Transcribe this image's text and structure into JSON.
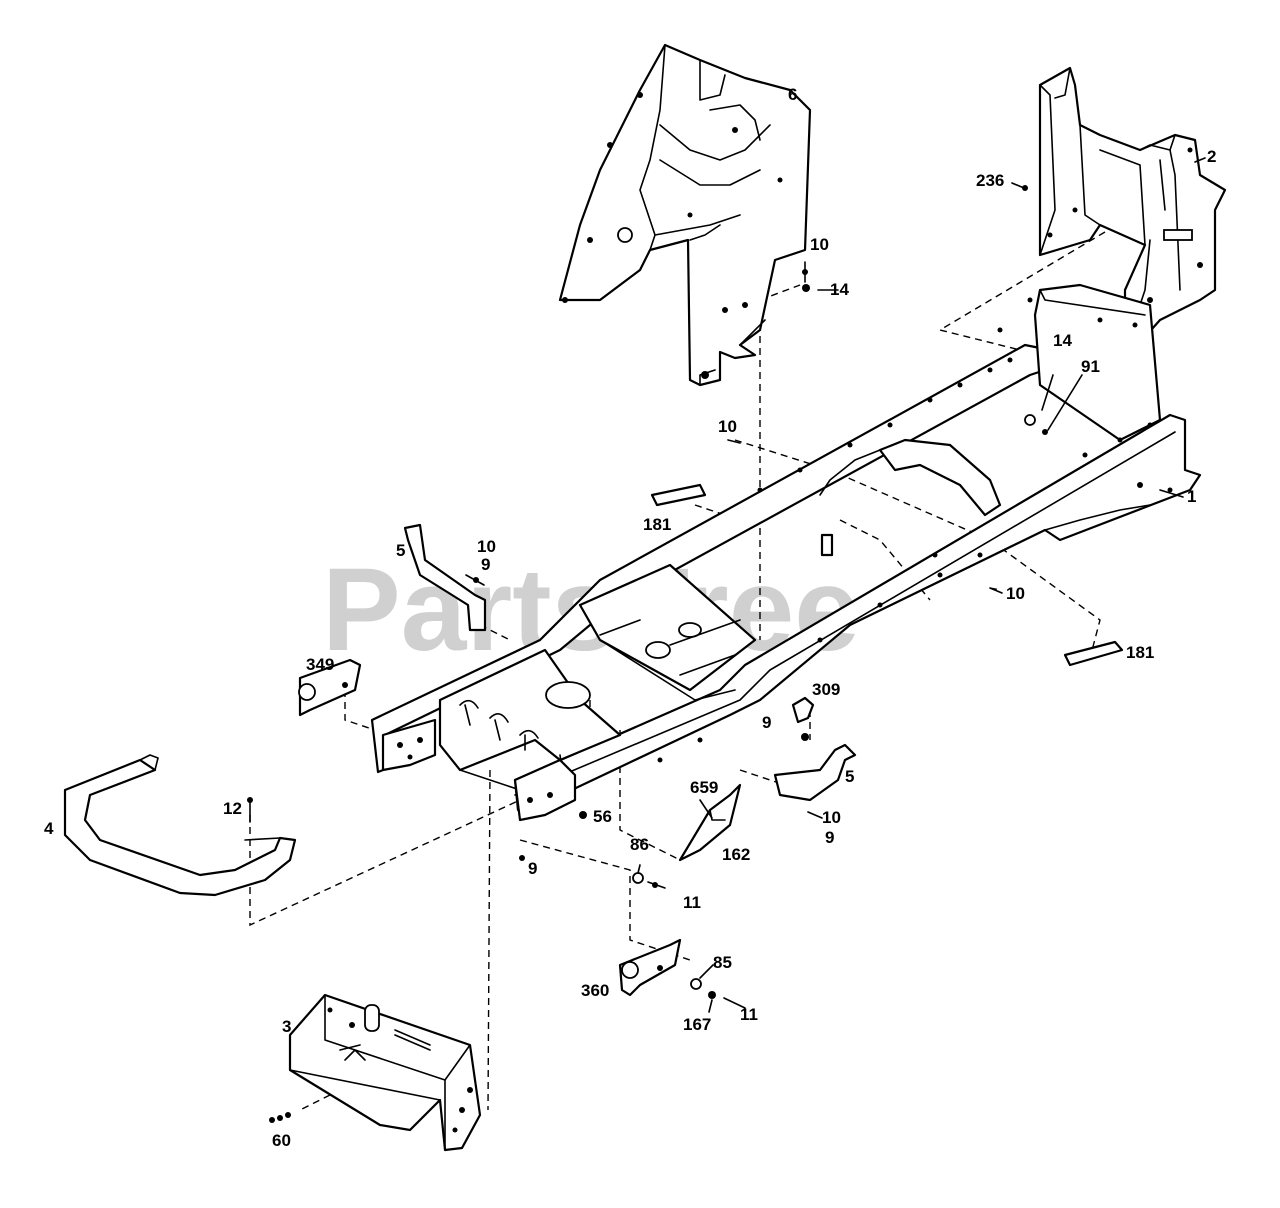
{
  "watermark": "PartsTree",
  "callouts": [
    {
      "id": "c-6",
      "text": "6"
    },
    {
      "id": "c-2",
      "text": "2"
    },
    {
      "id": "c-236",
      "text": "236"
    },
    {
      "id": "c-10a",
      "text": "10"
    },
    {
      "id": "c-14a",
      "text": "14"
    },
    {
      "id": "c-14b",
      "text": "14"
    },
    {
      "id": "c-91",
      "text": "91"
    },
    {
      "id": "c-10b",
      "text": "10"
    },
    {
      "id": "c-1",
      "text": "1"
    },
    {
      "id": "c-181a",
      "text": "181"
    },
    {
      "id": "c-5a",
      "text": "5"
    },
    {
      "id": "c-10c",
      "text": "10"
    },
    {
      "id": "c-9a",
      "text": "9"
    },
    {
      "id": "c-10d",
      "text": "10"
    },
    {
      "id": "c-181b",
      "text": "181"
    },
    {
      "id": "c-349",
      "text": "349"
    },
    {
      "id": "c-309",
      "text": "309"
    },
    {
      "id": "c-9b",
      "text": "9"
    },
    {
      "id": "c-5b",
      "text": "5"
    },
    {
      "id": "c-12",
      "text": "12"
    },
    {
      "id": "c-4",
      "text": "4"
    },
    {
      "id": "c-56",
      "text": "56"
    },
    {
      "id": "c-659",
      "text": "659"
    },
    {
      "id": "c-10e",
      "text": "10"
    },
    {
      "id": "c-9c",
      "text": "9"
    },
    {
      "id": "c-162",
      "text": "162"
    },
    {
      "id": "c-9d",
      "text": "9"
    },
    {
      "id": "c-86",
      "text": "86"
    },
    {
      "id": "c-11a",
      "text": "11"
    },
    {
      "id": "c-360",
      "text": "360"
    },
    {
      "id": "c-85",
      "text": "85"
    },
    {
      "id": "c-167",
      "text": "167"
    },
    {
      "id": "c-11b",
      "text": "11"
    },
    {
      "id": "c-3",
      "text": "3"
    },
    {
      "id": "c-60",
      "text": "60"
    }
  ]
}
